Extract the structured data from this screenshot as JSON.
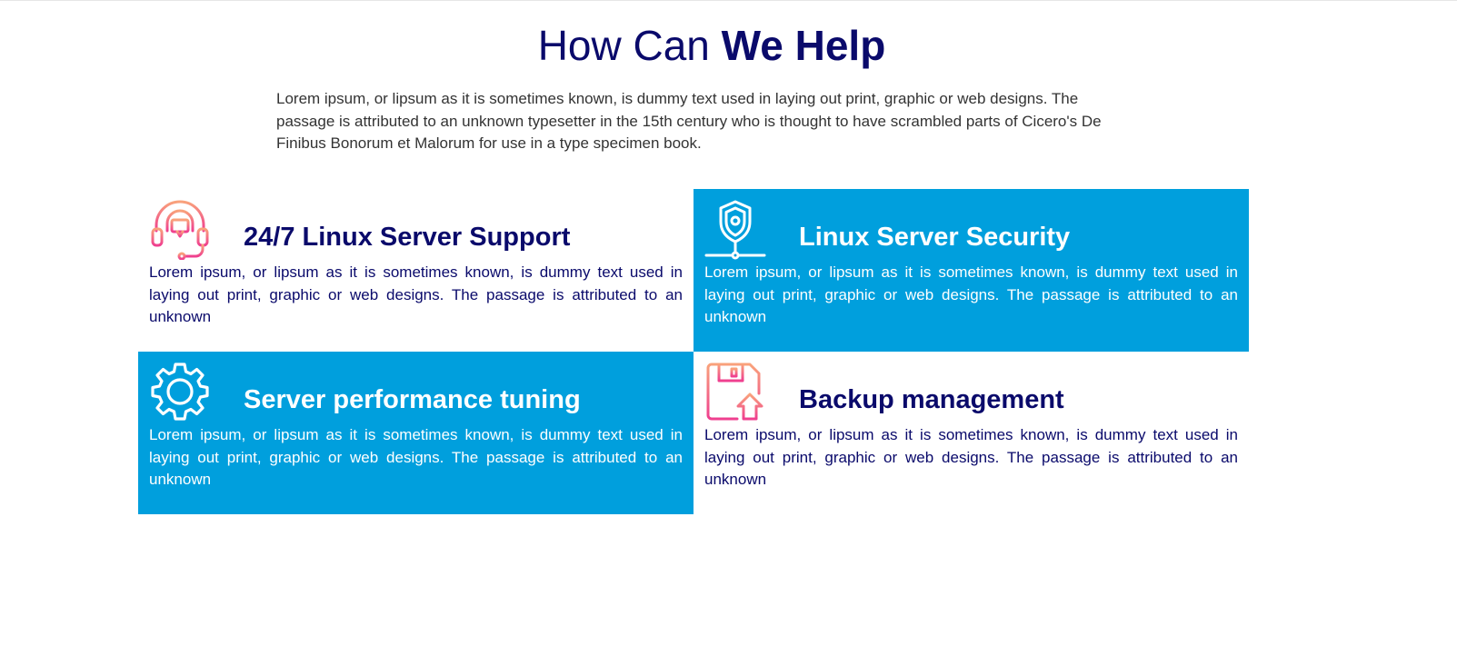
{
  "header": {
    "title_light": "How Can",
    "title_bold": "We Help",
    "intro": "Lorem ipsum, or lipsum as it is sometimes known, is dummy text used in laying out print, graphic or web designs. The passage is attributed to an unknown typesetter in the 15th century who is thought to have scrambled parts of Cicero's De Finibus Bonorum et Malorum for use in a type specimen book."
  },
  "colors": {
    "navy": "#0a0a6b",
    "blue": "#009fdd",
    "icon_gradient_start": "#f9a27b",
    "icon_gradient_end": "#ef3f8f"
  },
  "services": [
    {
      "title": "24/7 Linux Server Support",
      "text": "Lorem ipsum, or lipsum as it is sometimes known, is dummy text used in laying out print, graphic or web designs. The passage is attributed to an unknown",
      "icon": "headset-icon"
    },
    {
      "title": "Linux Server Security",
      "text": "Lorem ipsum, or lipsum as it is sometimes known, is dummy text used in laying out print, graphic or web designs. The passage is attributed to an unknown",
      "icon": "shield-network-icon"
    },
    {
      "title": "Server performance tuning",
      "text": "Lorem ipsum, or lipsum as it is sometimes known, is dummy text used in laying out print, graphic or web designs. The passage is attributed to an unknown",
      "icon": "gear-icon"
    },
    {
      "title": "Backup management",
      "text": "Lorem ipsum, or lipsum as it is sometimes known, is dummy text used in laying out print, graphic or web designs. The passage is attributed to an unknown",
      "icon": "floppy-upload-icon"
    }
  ]
}
